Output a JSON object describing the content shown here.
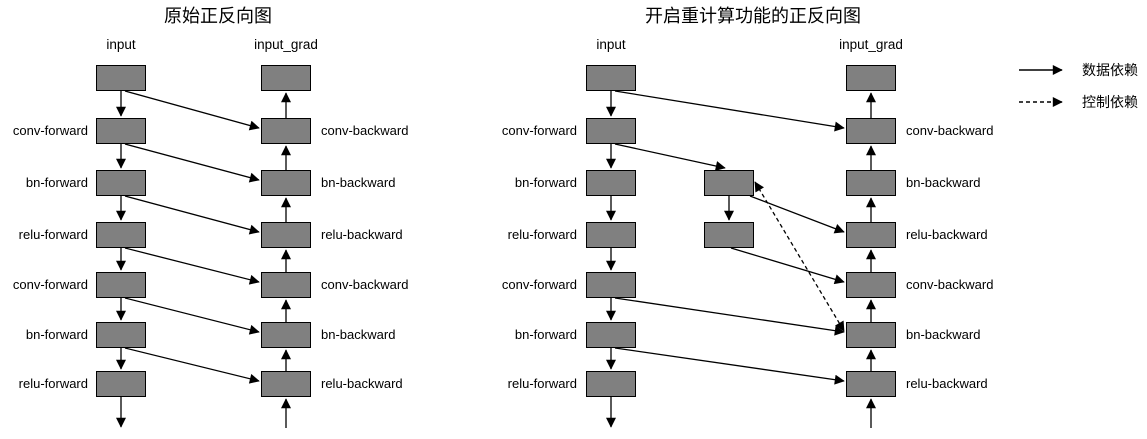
{
  "diagrams": [
    {
      "id": "original",
      "title": "原始正反向图",
      "forward_header": "input",
      "backward_header": "input_grad",
      "forward_labels": [
        "conv-forward",
        "bn-forward",
        "relu-forward",
        "conv-forward",
        "bn-forward",
        "relu-forward"
      ],
      "backward_labels": [
        "conv-backward",
        "bn-backward",
        "relu-backward",
        "conv-backward",
        "bn-backward",
        "relu-backward"
      ],
      "recompute_labels": [],
      "edges": [
        {
          "from": "f0",
          "to": "f1",
          "dep": "data"
        },
        {
          "from": "f1",
          "to": "f2",
          "dep": "data"
        },
        {
          "from": "f2",
          "to": "f3",
          "dep": "data"
        },
        {
          "from": "f3",
          "to": "f4",
          "dep": "data"
        },
        {
          "from": "f4",
          "to": "f5",
          "dep": "data"
        },
        {
          "from": "f5",
          "to": "f6",
          "dep": "data"
        },
        {
          "from": "f6",
          "to": "out",
          "dep": "data"
        },
        {
          "from": "in",
          "to": "b6",
          "dep": "data"
        },
        {
          "from": "b6",
          "to": "b5",
          "dep": "data"
        },
        {
          "from": "b5",
          "to": "b4",
          "dep": "data"
        },
        {
          "from": "b4",
          "to": "b3",
          "dep": "data"
        },
        {
          "from": "b3",
          "to": "b2",
          "dep": "data"
        },
        {
          "from": "b2",
          "to": "b1",
          "dep": "data"
        },
        {
          "from": "b1",
          "to": "b0",
          "dep": "data"
        },
        {
          "from": "f0",
          "to": "b1",
          "dep": "data"
        },
        {
          "from": "f1",
          "to": "b2",
          "dep": "data"
        },
        {
          "from": "f2",
          "to": "b3",
          "dep": "data"
        },
        {
          "from": "f3",
          "to": "b4",
          "dep": "data"
        },
        {
          "from": "f4",
          "to": "b5",
          "dep": "data"
        },
        {
          "from": "f5",
          "to": "b6",
          "dep": "data"
        }
      ]
    },
    {
      "id": "recompute",
      "title": "开启重计算功能的正反向图",
      "forward_header": "input",
      "backward_header": "input_grad",
      "forward_labels": [
        "conv-forward",
        "bn-forward",
        "relu-forward",
        "conv-forward",
        "bn-forward",
        "relu-forward"
      ],
      "backward_labels": [
        "conv-backward",
        "bn-backward",
        "relu-backward",
        "conv-backward",
        "bn-backward",
        "relu-backward"
      ],
      "recompute_labels": [
        {
          "id": "m2",
          "row": 2
        },
        {
          "id": "m3",
          "row": 3
        }
      ],
      "edges": [
        {
          "from": "f0",
          "to": "f1",
          "dep": "data"
        },
        {
          "from": "f1",
          "to": "f2",
          "dep": "data"
        },
        {
          "from": "f2",
          "to": "f3",
          "dep": "data"
        },
        {
          "from": "f3",
          "to": "f4",
          "dep": "data"
        },
        {
          "from": "f4",
          "to": "f5",
          "dep": "data"
        },
        {
          "from": "f5",
          "to": "f6",
          "dep": "data"
        },
        {
          "from": "f6",
          "to": "out",
          "dep": "data"
        },
        {
          "from": "in",
          "to": "b6",
          "dep": "data"
        },
        {
          "from": "b6",
          "to": "b5",
          "dep": "data"
        },
        {
          "from": "b5",
          "to": "b4",
          "dep": "data"
        },
        {
          "from": "b4",
          "to": "b3",
          "dep": "data"
        },
        {
          "from": "b3",
          "to": "b2",
          "dep": "data"
        },
        {
          "from": "b2",
          "to": "b1",
          "dep": "data"
        },
        {
          "from": "b1",
          "to": "b0",
          "dep": "data"
        },
        {
          "from": "f0",
          "to": "b1",
          "dep": "data"
        },
        {
          "from": "f1",
          "to": "m2",
          "dep": "data"
        },
        {
          "from": "m2",
          "to": "m3",
          "dep": "data"
        },
        {
          "from": "m2",
          "to": "b3",
          "dep": "data"
        },
        {
          "from": "m3",
          "to": "b4",
          "dep": "data"
        },
        {
          "from": "f4",
          "to": "b5",
          "dep": "data"
        },
        {
          "from": "f5",
          "to": "b6",
          "dep": "data"
        },
        {
          "from": "m2",
          "to": "b5",
          "dep": "control",
          "bidirectional": true
        }
      ]
    }
  ],
  "legend": {
    "items": [
      {
        "id": "data-dependency",
        "style": "solid",
        "label": "数据依赖"
      },
      {
        "id": "control-dependency",
        "style": "dashed",
        "label": "控制依赖"
      }
    ]
  },
  "colors": {
    "node_fill": "#808080",
    "node_border": "#000000",
    "edge": "#000000",
    "background": "#ffffff"
  }
}
